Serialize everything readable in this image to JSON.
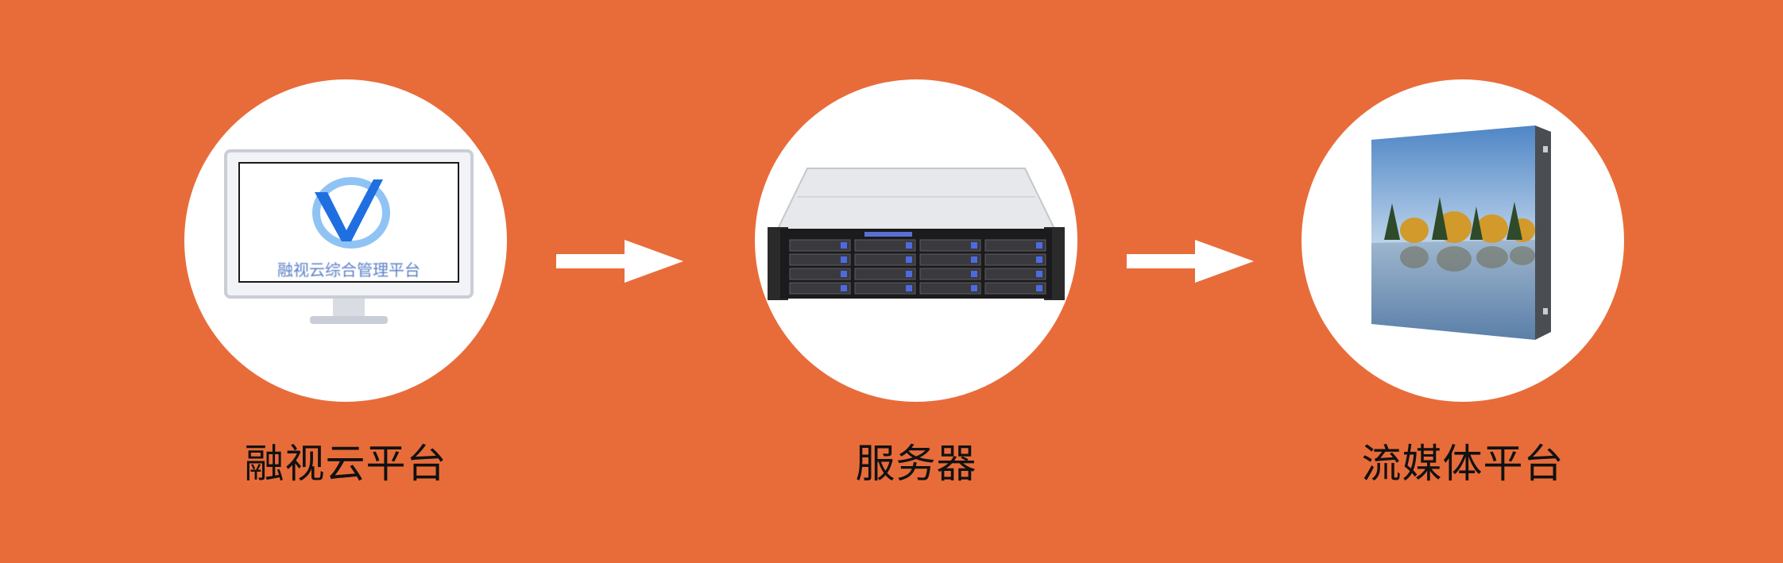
{
  "nodes": [
    {
      "label": "融视云平台",
      "icon": "monitor-with-logo-icon",
      "screen_text": "融视云综合管理平台"
    },
    {
      "label": "服务器",
      "icon": "rack-server-icon"
    },
    {
      "label": "流媒体平台",
      "icon": "led-display-panel-icon"
    }
  ],
  "colors": {
    "background": "#e86c3a",
    "circle": "#ffffff",
    "arrow": "#ffffff",
    "logo_blue": "#1f6fe0",
    "label_text": "#111111"
  }
}
